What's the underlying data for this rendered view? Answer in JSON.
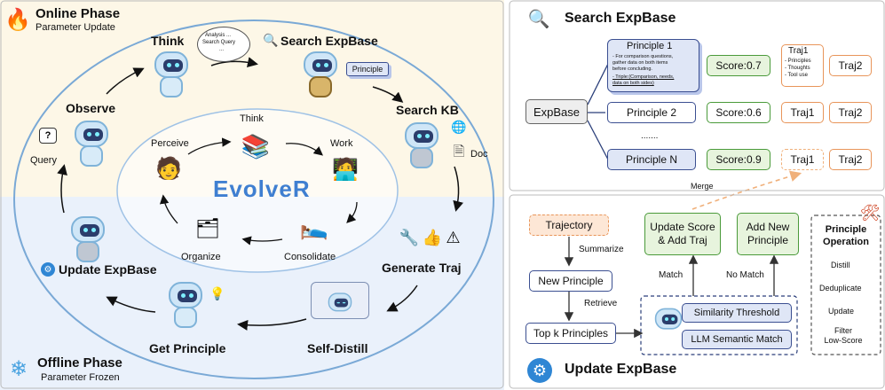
{
  "left": {
    "online_title": "Online Phase",
    "online_sub": "Parameter Update",
    "offline_title": "Offline Phase",
    "offline_sub": "Parameter Frozen",
    "center_title": "EvolveR",
    "outer": {
      "think": "Think",
      "think_bubble": [
        "Analysis ...",
        "Search Query",
        "..."
      ],
      "search_expbase": "Search ExpBase",
      "principle_card": "Principle",
      "search_kb": "Search KB",
      "doc": "Doc",
      "observe": "Observe",
      "query": "Query",
      "generate_traj": "Generate Traj",
      "self_distill": "Self-Distill",
      "get_principle": "Get Principle",
      "update_expbase": "Update ExpBase"
    },
    "inner": {
      "think": "Think",
      "perceive": "Perceive",
      "work": "Work",
      "organize": "Organize",
      "consolidate": "Consolidate"
    }
  },
  "right_top": {
    "title": "Search ExpBase",
    "expbase": "ExpBase",
    "principle1_title": "Principle 1",
    "principle1_lines": [
      "- For comparison questions,",
      "gather data on both items",
      "before concluding.",
      "- Triple:(Comparison, needs,",
      "data on both sides)"
    ],
    "principle2": "Principle 2",
    "principleN": "Principle N",
    "ellipsis": ".......",
    "scores": [
      "Score:0.7",
      "Score:0.6",
      "Score:0.9"
    ],
    "traj1_title": "Traj1",
    "traj1_lines": [
      "- Principles",
      "- Thoughts",
      "- Tool use"
    ],
    "traj1": "Traj1",
    "traj2": "Traj2",
    "merge": "Merge"
  },
  "right_bottom": {
    "title": "Update ExpBase",
    "trajectory": "Trajectory",
    "summarize": "Summarize",
    "new_principle": "New Principle",
    "retrieve": "Retrieve",
    "topk": "Top k Principles",
    "similarity": "Similarity Threshold",
    "llm_match": "LLM Semantic Match",
    "match": "Match",
    "no_match": "No Match",
    "update_score": "Update Score\n& Add Traj",
    "add_new": "Add New\nPrinciple",
    "op_title": "Principle\nOperation",
    "ops": [
      "Distill",
      "Deduplicate",
      "Update",
      "Filter\nLow-Score"
    ]
  },
  "colors": {
    "online_bg": "#fdf7e7",
    "offline_bg": "#eaf1fb",
    "evolver_blue": "#3f7fd1",
    "principle_fill": "#dfe6f6",
    "principle_border": "#3b4f91",
    "score_green": "#4a9a3a",
    "score_fill": "#e7f4dd",
    "traj_orange": "#e8955a",
    "dashed_orange": "#f0b07a"
  }
}
